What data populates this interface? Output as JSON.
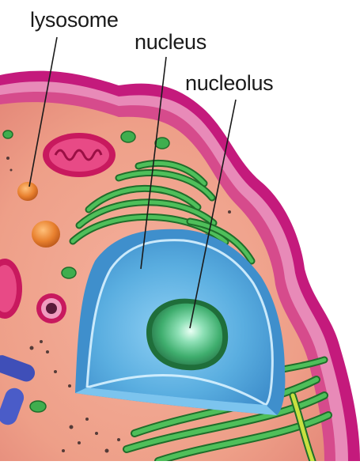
{
  "labels": {
    "lysosome": "lysosome",
    "nucleus": "nucleus",
    "nucleolus": "nucleolus"
  },
  "colors": {
    "membrane_outer": "#c41a7c",
    "membrane_inner": "#e88ab8",
    "cytoplasm": "#f0a590",
    "nucleus_fill": "#5aaee0",
    "nucleus_rim": "#c5e8fa",
    "nucleolus_fill": "#4fc28a",
    "er_green": "#2f9a3c",
    "lysosome_orange": "#e07a2a",
    "mitochondria_magenta": "#d8276e",
    "vesicle_blue": "#3f4fb8"
  }
}
